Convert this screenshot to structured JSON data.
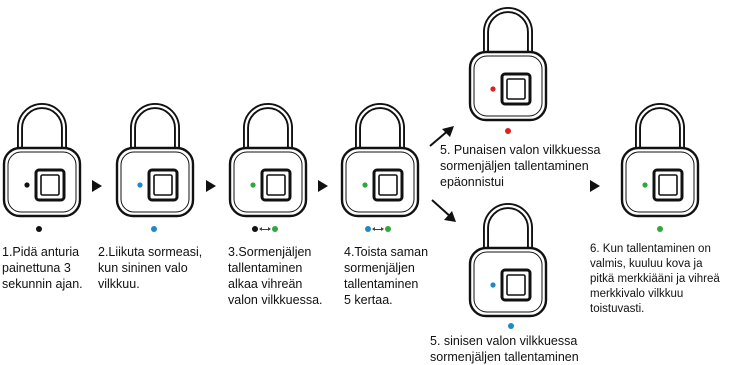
{
  "steps": [
    {
      "label": "1.Pidä anturia\npainettuna 3\nsekunnin ajan.",
      "led_color": "#111111"
    },
    {
      "label": "2.Liikuta sormeasi,\nkun sininen valo\nvilkkuu.",
      "led_color": "#1e88c8"
    },
    {
      "label": "3.Sormenjäljen\ntallentaminen\nalkaa vihreän\nvalon vilkkuessa.",
      "led_color": "#2eaa3c"
    },
    {
      "label": "4.Toista saman\nsormenjäljen\ntallentaminen\n5 kertaa.",
      "led_color": "#2eaa3c"
    },
    {
      "label": "5. Punaisen valon vilkkuessa\nsormenjäljen tallentaminen\nepäonnistui",
      "led_color": "#e02020"
    },
    {
      "label": "5. sinisen valon vilkkuessa\nsormenjäljen tallentaminen",
      "led_color": "#1e88c8"
    },
    {
      "label": "6. Kun tallentaminen on\nvalmis, kuuluu kova ja\npitkä merkkiääni ja vihreä\nmerkkivalo vilkkuu\ntoistuvasti.",
      "led_color": "#2eaa3c"
    }
  ],
  "colors": {
    "black": "#111111",
    "blue": "#1e88c8",
    "green": "#2eaa3c",
    "red": "#e02020"
  }
}
